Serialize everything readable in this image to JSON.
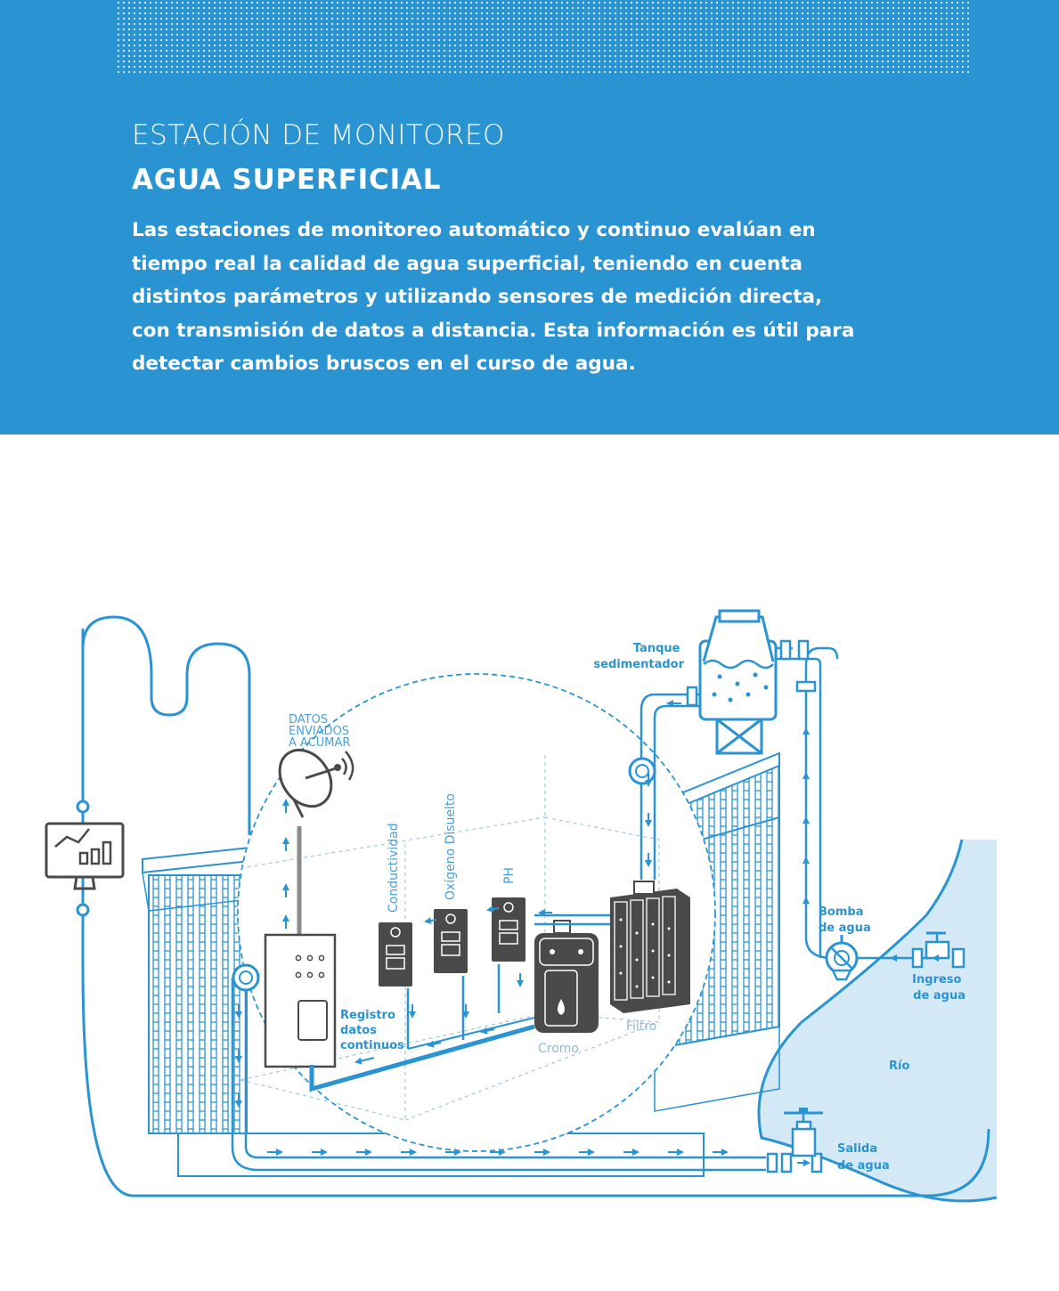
{
  "header": {
    "kicker": "ESTACIÓN DE MONITOREO",
    "title": "AGUA SUPERFICIAL",
    "description_lines": [
      "Las estaciones de monitoreo automático y continuo evalúan en",
      "tiempo real la calidad de agua superficial, teniendo en cuenta",
      "distintos parámetros y utilizando sensores de medición directa,",
      "con transmisión de datos a distancia. Esta información es útil para",
      "detectar cambios bruscos en el curso de agua."
    ]
  },
  "labels": {
    "datos_enviados": [
      "DATOS",
      "ENVIADOS",
      "A ACUMAR"
    ],
    "tanque": [
      "Tanque",
      "sedimentador"
    ],
    "conductividad": "Conductividad",
    "oxigeno": "Oxígeno Disuelto",
    "ph": "PH",
    "bomba": [
      "Bomba",
      "de agua"
    ],
    "ingreso": [
      "Ingreso",
      "de agua"
    ],
    "registro": [
      "Registro",
      "datos",
      "continuos"
    ],
    "filtro": "Filtro",
    "cromo": "Cromo",
    "rio": "Río",
    "salida": [
      "Salida",
      "de agua"
    ]
  },
  "colors": {
    "header_bg": "#2a94d3",
    "line_blue": "#2a94d3",
    "river_fill": "#d4e9f6",
    "equipment_dark": "#4a4a4a"
  },
  "icons": [
    "monitor-chart-icon",
    "satellite-dish-icon",
    "water-pump-icon",
    "valve-icon",
    "flow-arrow-icon"
  ]
}
